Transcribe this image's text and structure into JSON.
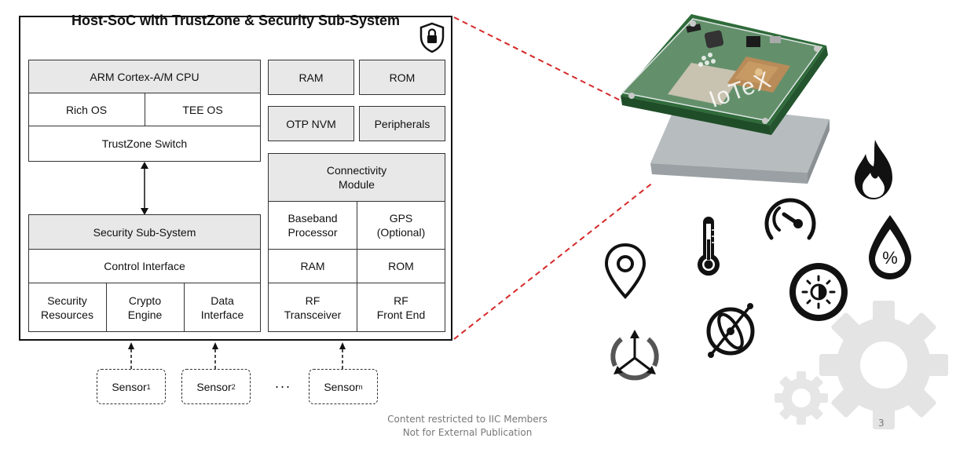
{
  "diagram": {
    "title": "Host-SoC with TrustZone & Security Sub-System",
    "cpu_block": {
      "header": "ARM Cortex-A/M CPU",
      "rich_os": "Rich OS",
      "tee_os": "TEE OS",
      "switch": "TrustZone Switch"
    },
    "memory": {
      "ram": "RAM",
      "rom": "ROM",
      "otp": "OTP NVM",
      "peripherals": "Peripherals"
    },
    "security_block": {
      "header": "Security Sub-System",
      "control": "Control Interface",
      "resources_line1": "Security",
      "resources_line2": "Resources",
      "crypto_line1": "Crypto",
      "crypto_line2": "Engine",
      "data_line1": "Data",
      "data_line2": "Interface"
    },
    "connectivity": {
      "header_line1": "Connectivity",
      "header_line2": "Module",
      "baseband_line1": "Baseband",
      "baseband_line2": "Processor",
      "gps_line1": "GPS",
      "gps_line2": "(Optional)",
      "ram": "RAM",
      "rom": "ROM",
      "rf_trx_line1": "RF",
      "rf_trx_line2": "Transceiver",
      "rf_fe_line1": "RF",
      "rf_fe_line2": "Front End"
    },
    "sensors": [
      {
        "label": "Sensor",
        "sub": "1"
      },
      {
        "label": "Sensor",
        "sub": "2"
      },
      {
        "label": "Sensor",
        "sub": "n"
      }
    ],
    "ellipsis": "···"
  },
  "device_logo_text": "IoTeX",
  "icons": [
    "lock-shield-icon",
    "map-pin-icon",
    "thermometer-icon",
    "gauge-icon",
    "flame-icon",
    "humidity-drop-icon",
    "brightness-icon",
    "gyroscope-icon",
    "accelerometer-icon",
    "gear-icon"
  ],
  "footer": {
    "line1": "Content restricted to IIC Members",
    "line2": "Not for External Publication"
  },
  "page_number": "3",
  "colors": {
    "connector": "#d62828",
    "block_fill": "#e8e8e8",
    "board_green": "#2f6b3a",
    "gear_gray": "#e6e6e6"
  }
}
